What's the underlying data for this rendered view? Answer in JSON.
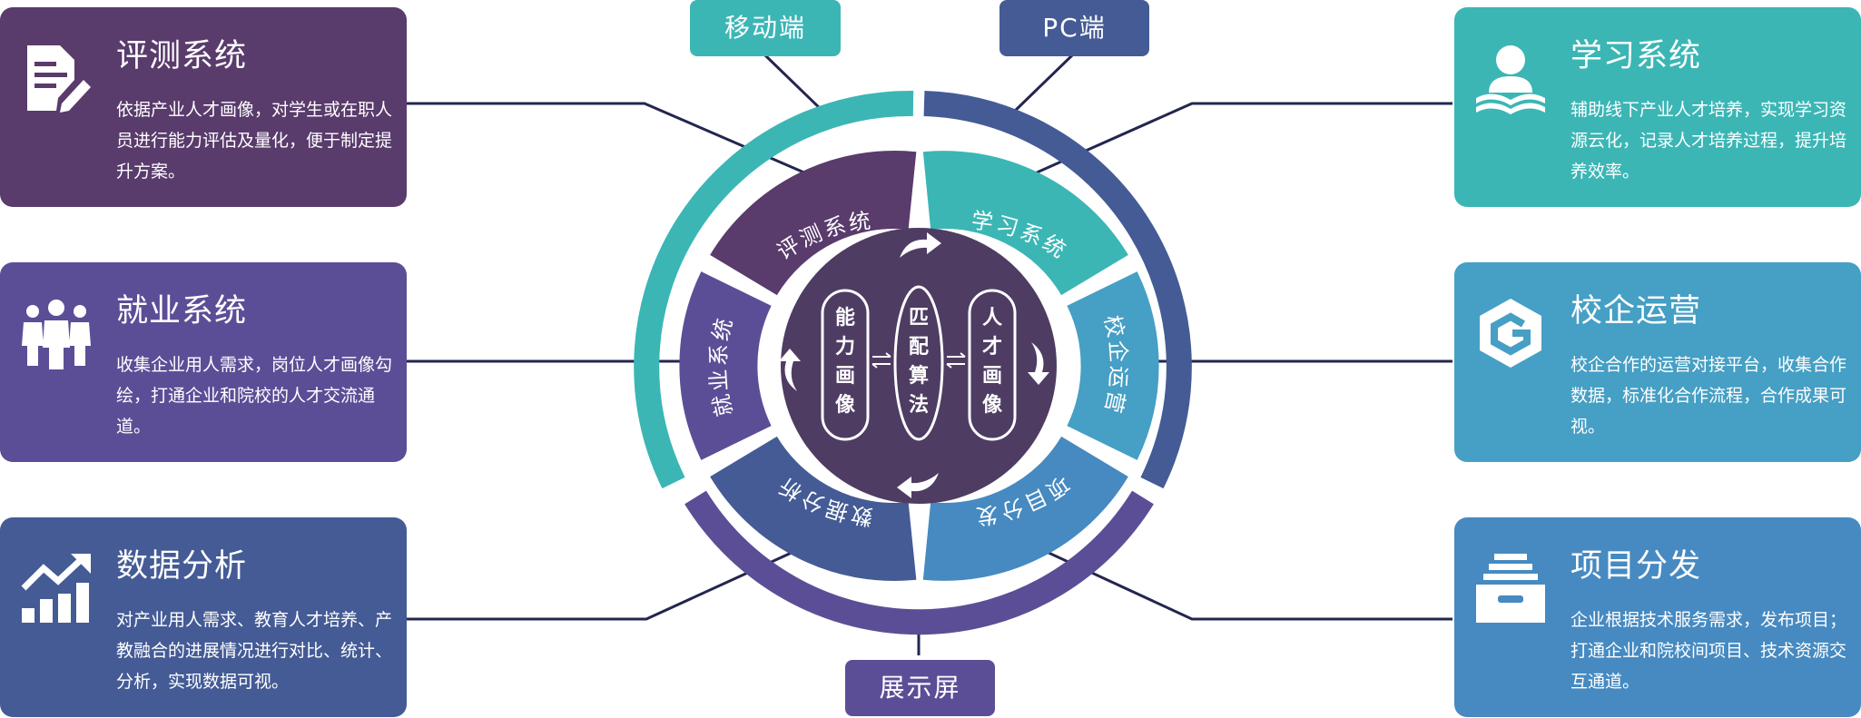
{
  "colors": {
    "purple_dark": "#593b6c",
    "purple": "#5c4e96",
    "blue_indigo": "#445b95",
    "teal": "#3bb6b5",
    "sky": "#469fc4",
    "blue": "#468ac1",
    "center": "#4e3c63",
    "line": "#23264f"
  },
  "top_labels": {
    "mobile": "移动端",
    "pc": "PC端"
  },
  "bottom_label": "展示屏",
  "cards": [
    {
      "icon": "document-edit-icon",
      "title": "评测系统",
      "desc": "依据产业人才画像，对学生或在职人员进行能力评估及量化，便于制定提升方案。"
    },
    {
      "icon": "team-icon",
      "title": "就业系统",
      "desc": "收集企业用人需求，岗位人才画像勾绘，打通企业和院校的人才交流通道。"
    },
    {
      "icon": "bar-chart-icon",
      "title": "数据分析",
      "desc": "对产业用人需求、教育人才培养、产教融合的进展情况进行对比、统计、分析，实现数据可视。"
    },
    {
      "icon": "reader-icon",
      "title": "学习系统",
      "desc": "辅助线下产业人才培养，实现学习资源云化，记录人才培养过程，提升培养效率。"
    },
    {
      "icon": "g-logo-icon",
      "title": "校企运营",
      "desc": "校企合作的运营对接平台，收集合作数据，标准化合作流程，合作成果可视。"
    },
    {
      "icon": "file-box-icon",
      "title": "项目分发",
      "desc": "企业根据技术服务需求，发布项目；打通企业和院校间项目、技术资源交互通道。"
    }
  ],
  "ring_segments": [
    "评测系统",
    "学习系统",
    "校企运营",
    "项目分发",
    "数据分析",
    "就业系统"
  ],
  "center_pills": [
    {
      "label": "能力画像",
      "chars": [
        "能",
        "力",
        "画",
        "像"
      ]
    },
    {
      "label": "匹配算法",
      "chars": [
        "匹",
        "配",
        "算",
        "法"
      ]
    },
    {
      "label": "人才画像",
      "chars": [
        "人",
        "才",
        "画",
        "像"
      ]
    }
  ]
}
